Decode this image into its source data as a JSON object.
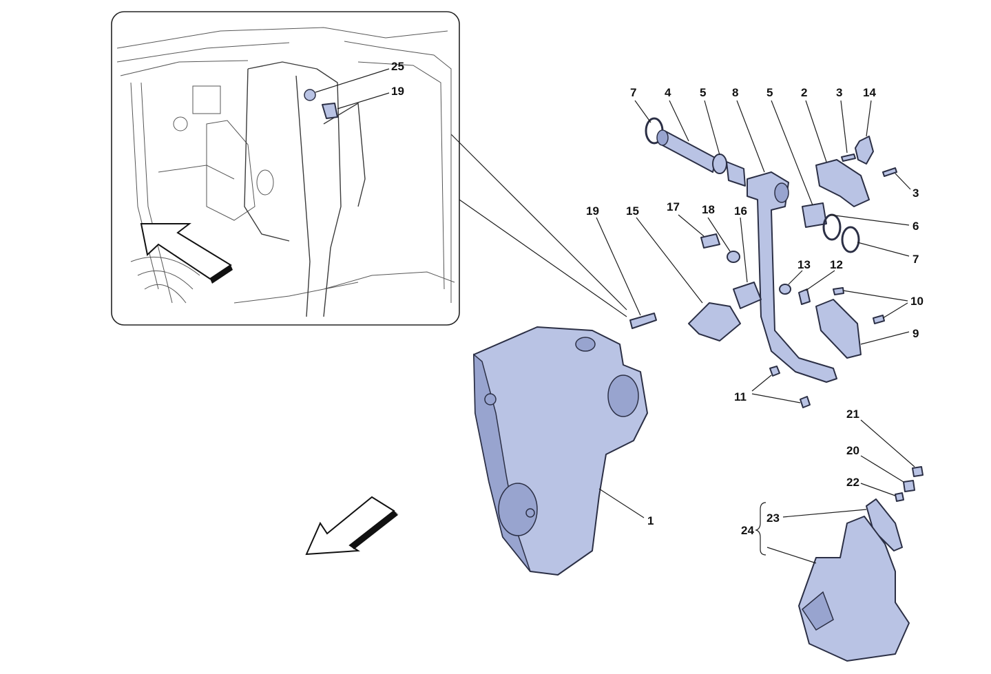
{
  "labels": {
    "l25": "25",
    "l19a": "19",
    "l7a": "7",
    "l4": "4",
    "l5a": "5",
    "l8": "8",
    "l5b": "5",
    "l2": "2",
    "l3a": "3",
    "l14": "14",
    "l3b": "3",
    "l6": "6",
    "l7b": "7",
    "l19b": "19",
    "l15": "15",
    "l17": "17",
    "l18": "18",
    "l16": "16",
    "l13": "13",
    "l12": "12",
    "l10": "10",
    "l9": "9",
    "l11": "11",
    "l21": "21",
    "l20": "20",
    "l22": "22",
    "l23": "23",
    "l24": "24",
    "l1": "1"
  },
  "colors": {
    "part_fill": "#b9c3e4",
    "outline": "#2b2f45"
  }
}
